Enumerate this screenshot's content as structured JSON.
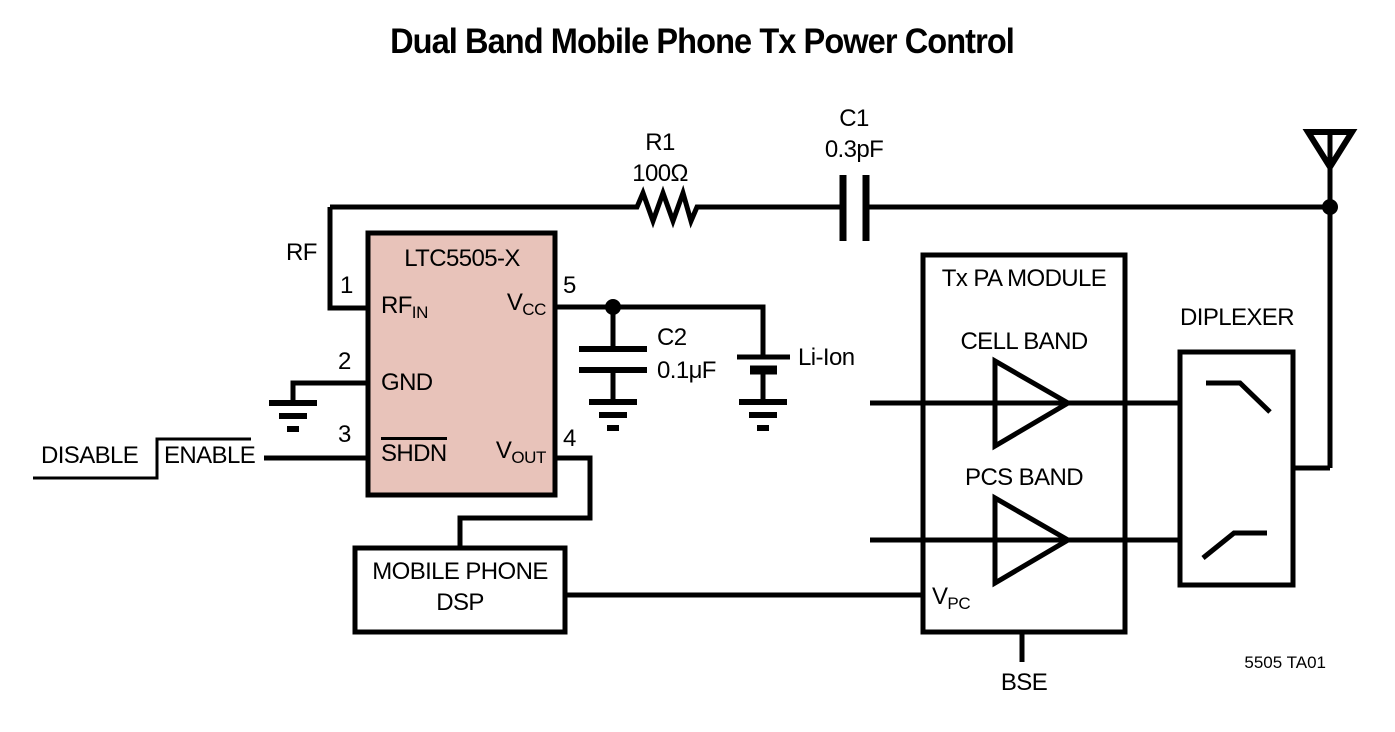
{
  "title": "Dual Band Mobile Phone Tx Power Control",
  "colors": {
    "ic_fill": "#e8c3ba",
    "line": "#000000",
    "background": "#ffffff"
  },
  "ic": {
    "name": "LTC5505-X",
    "pins": {
      "rfin": {
        "num": "1",
        "label": "RF",
        "sub": "IN"
      },
      "gnd": {
        "num": "2",
        "label": "GND"
      },
      "shdn": {
        "num": "3",
        "label": "SHDN"
      },
      "vout": {
        "num": "4",
        "label": "V",
        "sub": "OUT"
      },
      "vcc": {
        "num": "5",
        "label": "V",
        "sub": "CC"
      }
    }
  },
  "components": {
    "r1": {
      "ref": "R1",
      "value": "100Ω"
    },
    "c1": {
      "ref": "C1",
      "value": "0.3pF"
    },
    "c2": {
      "ref": "C2",
      "value": "0.1μF"
    },
    "battery": {
      "label": "Li-Ion"
    }
  },
  "labels": {
    "rf": "RF",
    "disable": "DISABLE",
    "enable": "ENABLE",
    "bse": "BSE",
    "note": "5505 TA01"
  },
  "blocks": {
    "dsp": {
      "line1": "MOBILE PHONE",
      "line2": "DSP"
    },
    "pa_module": {
      "title": "Tx PA MODULE",
      "cell": "CELL BAND",
      "pcs": "PCS BAND",
      "vpc_label": "V",
      "vpc_sub": "PC"
    },
    "diplexer": {
      "title": "DIPLEXER"
    }
  }
}
